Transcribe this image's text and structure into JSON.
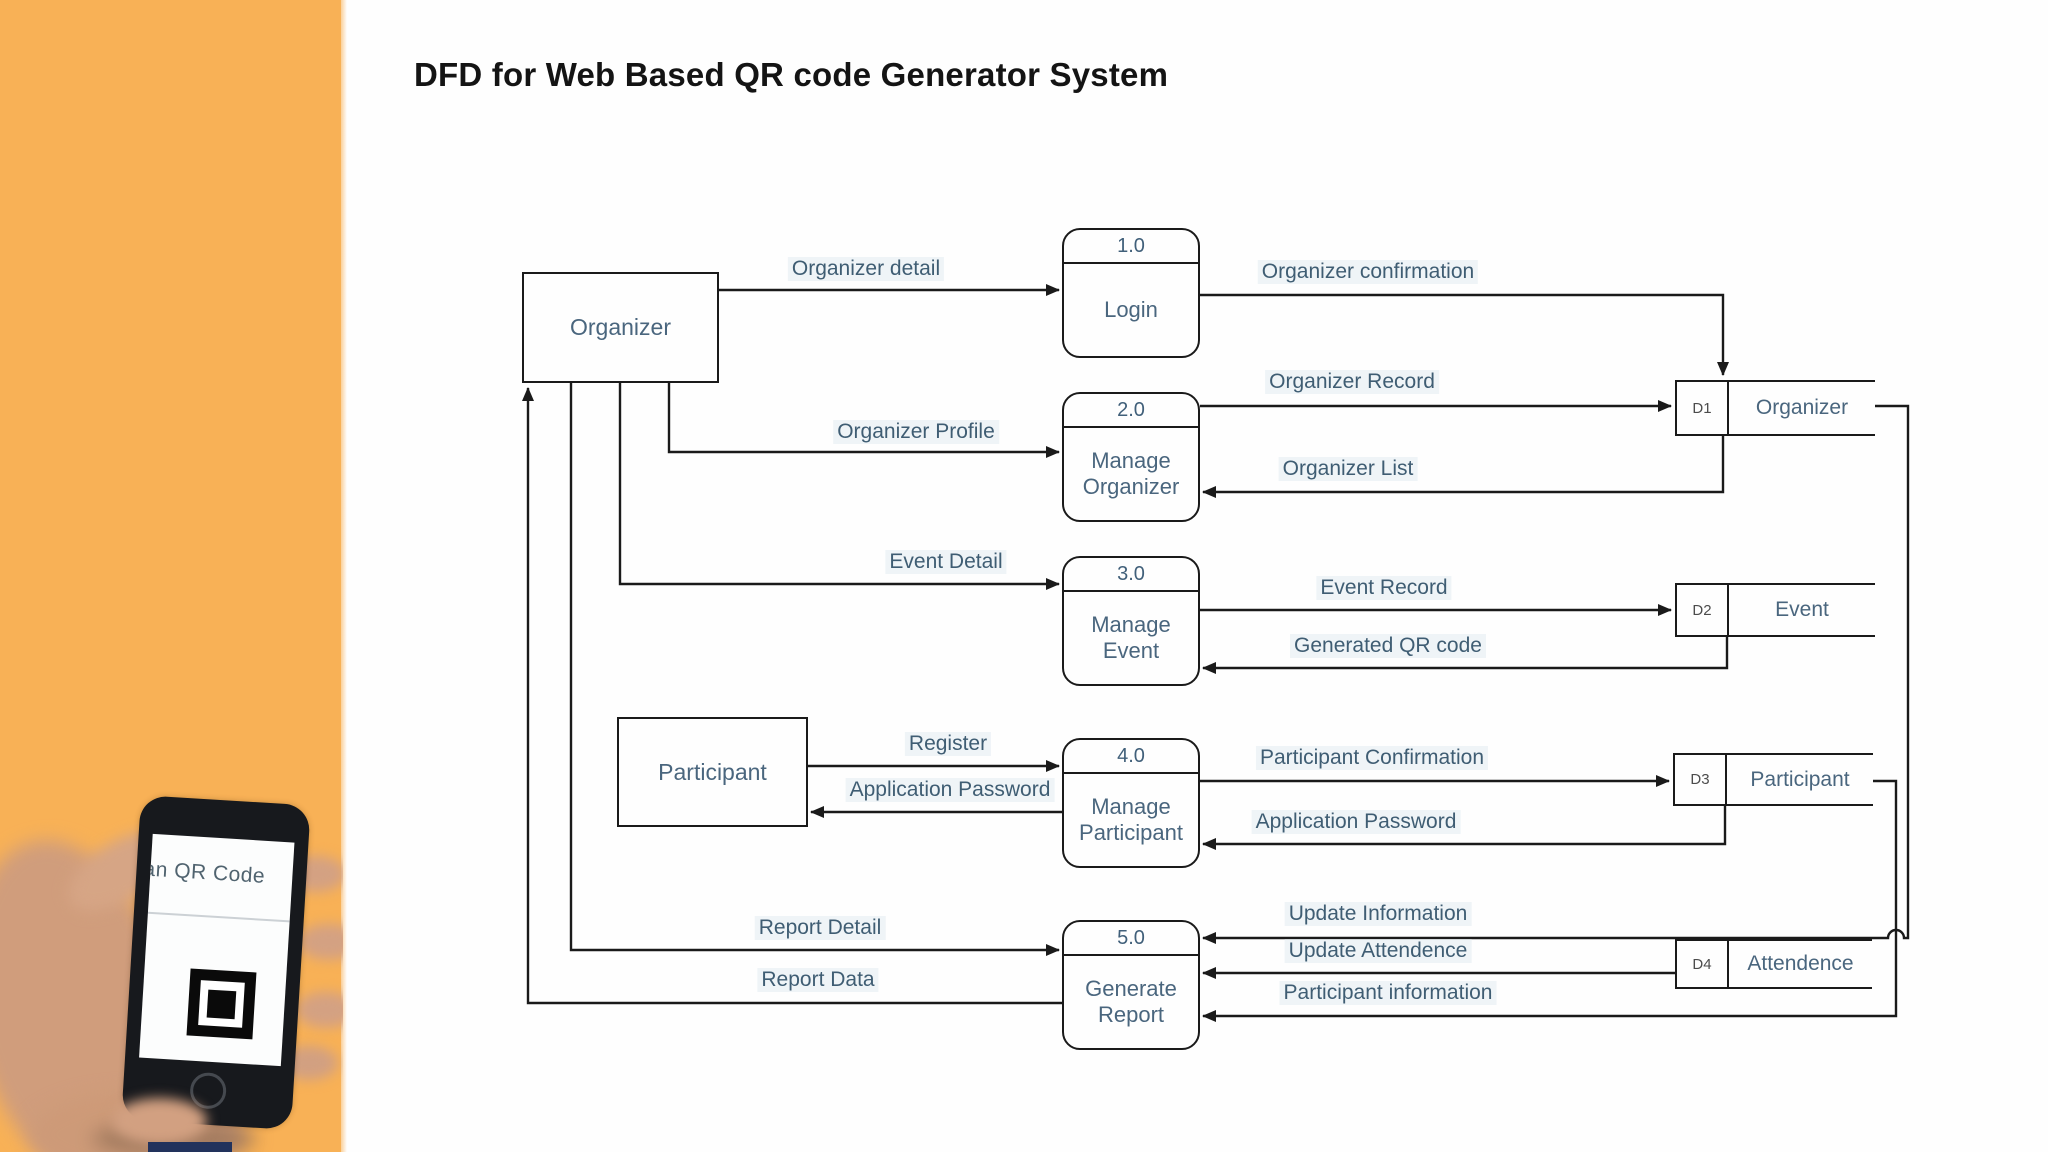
{
  "title": "DFD for Web Based QR code Generator System",
  "phone": {
    "screen_text": "an QR Code"
  },
  "entities": [
    {
      "label": "Organizer"
    },
    {
      "label": "Participant"
    }
  ],
  "processes": [
    {
      "number": "1.0",
      "name": "Login"
    },
    {
      "number": "2.0",
      "name": "Manage Organizer"
    },
    {
      "number": "3.0",
      "name": "Manage Event"
    },
    {
      "number": "4.0",
      "name": "Manage Participant"
    },
    {
      "number": "5.0",
      "name": "Generate Report"
    }
  ],
  "datastores": [
    {
      "id": "D1",
      "name": "Organizer"
    },
    {
      "id": "D2",
      "name": "Event"
    },
    {
      "id": "D3",
      "name": "Participant"
    },
    {
      "id": "D4",
      "name": "Attendence"
    }
  ],
  "flows": [
    {
      "label": "Organizer detail"
    },
    {
      "label": "Organizer confirmation"
    },
    {
      "label": "Organizer Record"
    },
    {
      "label": "Organizer List"
    },
    {
      "label": "Organizer Profile"
    },
    {
      "label": "Event Detail"
    },
    {
      "label": "Event Record"
    },
    {
      "label": "Generated QR code"
    },
    {
      "label": "Register"
    },
    {
      "label": "Application Password"
    },
    {
      "label": "Participant Confirmation"
    },
    {
      "label": "Application Password"
    },
    {
      "label": "Update Information"
    },
    {
      "label": "Update Attendence"
    },
    {
      "label": "Participant information"
    },
    {
      "label": "Report Detail"
    },
    {
      "label": "Report Data"
    }
  ],
  "colors": {
    "accent_orange": "#f8b156",
    "line": "#1a1a1a",
    "label_text": "#3f5d73",
    "phone_navy": "#22325c"
  }
}
